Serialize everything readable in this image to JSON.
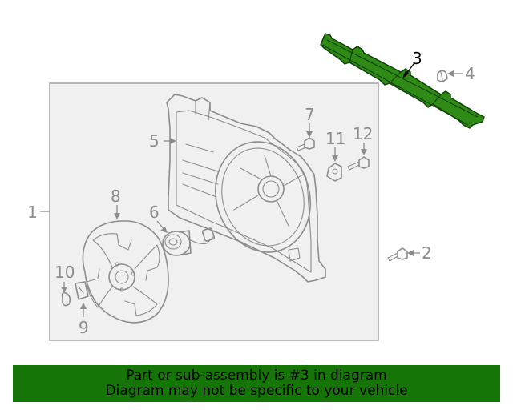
{
  "highlight_color": "#157506",
  "callouts": {
    "c1": "1",
    "c2": "2",
    "c3": "3",
    "c4": "4",
    "c5": "5",
    "c6": "6",
    "c7": "7",
    "c8": "8",
    "c9": "9",
    "c10": "10",
    "c11": "11",
    "c12": "12"
  },
  "highlighted_part": "3",
  "banner": {
    "line1": "Part or sub-assembly is #3 in diagram",
    "line2": "Diagram may not be specific to your vehicle"
  }
}
